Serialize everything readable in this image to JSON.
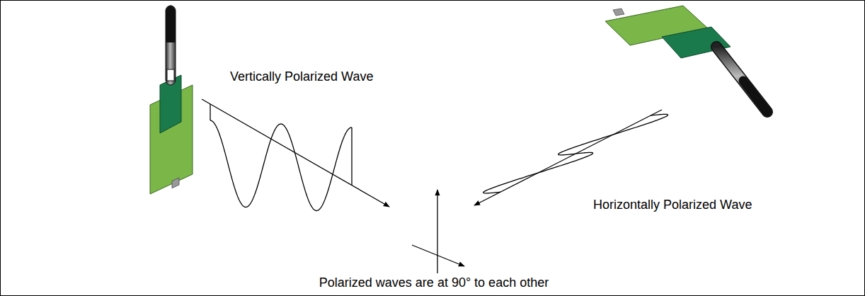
{
  "diagram": {
    "labels": [
      "Vertically Polarized Wave",
      "Horizontally Polarized Wave",
      "Polarized waves are at 90° to each other"
    ]
  }
}
